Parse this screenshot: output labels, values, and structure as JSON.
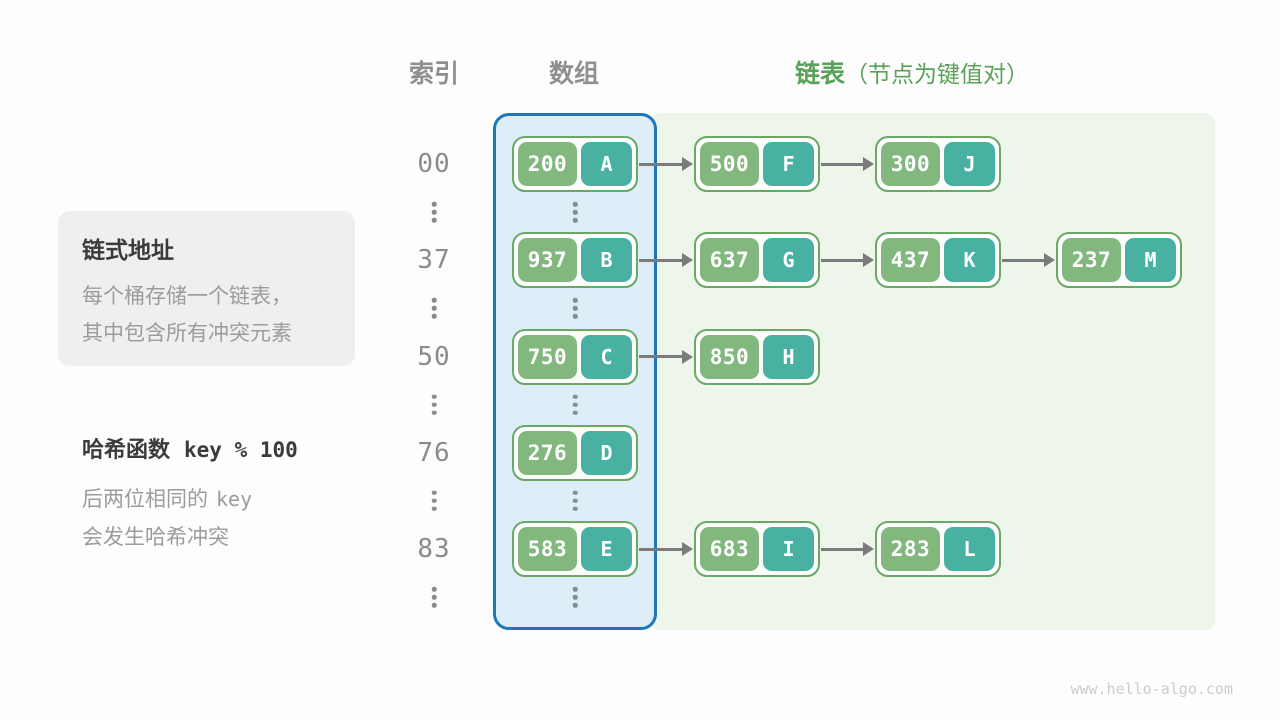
{
  "header": {
    "index_label": "索引",
    "array_label": "数组",
    "list_label": "链表",
    "list_note": "（节点为键值对）"
  },
  "concept_box": {
    "title": "链式地址",
    "line1": "每个桶存储一个链表，",
    "line2": "其中包含所有冲突元素"
  },
  "hash_note": {
    "title_prefix": "哈希函数",
    "title_code": "key % 100",
    "line1_prefix": "后两位相同的",
    "line1_code": "key",
    "line2": "会发生哈希冲突"
  },
  "hash_table": {
    "rows": [
      {
        "index": "00",
        "nodes": [
          {
            "key": "200",
            "value": "A"
          },
          {
            "key": "500",
            "value": "F"
          },
          {
            "key": "300",
            "value": "J"
          }
        ]
      },
      {
        "index": "37",
        "nodes": [
          {
            "key": "937",
            "value": "B"
          },
          {
            "key": "637",
            "value": "G"
          },
          {
            "key": "437",
            "value": "K"
          },
          {
            "key": "237",
            "value": "M"
          }
        ]
      },
      {
        "index": "50",
        "nodes": [
          {
            "key": "750",
            "value": "C"
          },
          {
            "key": "850",
            "value": "H"
          }
        ]
      },
      {
        "index": "76",
        "nodes": [
          {
            "key": "276",
            "value": "D"
          }
        ]
      },
      {
        "index": "83",
        "nodes": [
          {
            "key": "583",
            "value": "E"
          },
          {
            "key": "683",
            "value": "I"
          },
          {
            "key": "283",
            "value": "L"
          }
        ]
      }
    ]
  },
  "colors": {
    "background": "#fdfdfd",
    "header_gray": "#8f8f8f",
    "header_green": "#5aa25a",
    "array_fill": "#ddeef8",
    "array_border": "#1e78b6",
    "list_fill": "#eef6ec",
    "node_border": "#69a865",
    "key_fill": "#82b87e",
    "value_fill": "#48b1a2",
    "node_text": "#ffffff",
    "arrow": "#7b7b7b",
    "index_text": "#8b8b8b",
    "title_text": "#3b3b3b",
    "muted_text": "#9c9c9c",
    "box_fill": "#efefef",
    "watermark": "#cccccc"
  },
  "footer": {
    "watermark": "www.hello-algo.com"
  }
}
